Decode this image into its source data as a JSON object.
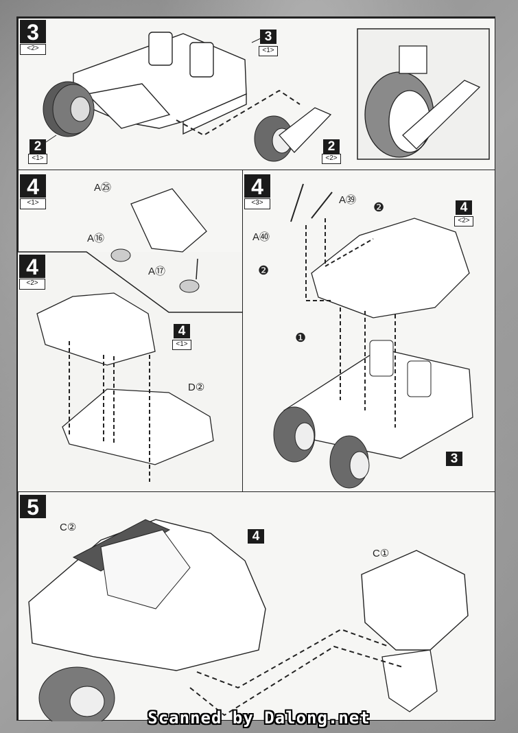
{
  "step3": {
    "number": "3",
    "sub": "<2>",
    "assembly_ref": {
      "number": "3",
      "sub": "<1>"
    },
    "wheel_ref": {
      "number": "2",
      "sub": "<1>"
    },
    "part_ref": {
      "number": "2",
      "sub": "<2>"
    }
  },
  "step4_1": {
    "number": "4",
    "sub": "<1>",
    "parts": [
      "A㉕",
      "A⑯",
      "A⑰"
    ]
  },
  "step4_2": {
    "number": "4",
    "sub": "<2>",
    "inner_ref": {
      "number": "4",
      "sub": "<1>"
    },
    "part": "D②"
  },
  "step4_3": {
    "number": "4",
    "sub": "<3>",
    "parts": [
      "A㊴",
      "A㊵"
    ],
    "callouts": [
      "❷",
      "❷",
      "❶"
    ],
    "assembly_ref": {
      "number": "4",
      "sub": "<2>"
    },
    "base_ref": "3"
  },
  "step5": {
    "number": "5",
    "parts": [
      "C②",
      "C①"
    ],
    "assembly_ref": "4"
  },
  "credit": "Scanned by Dalong.net"
}
